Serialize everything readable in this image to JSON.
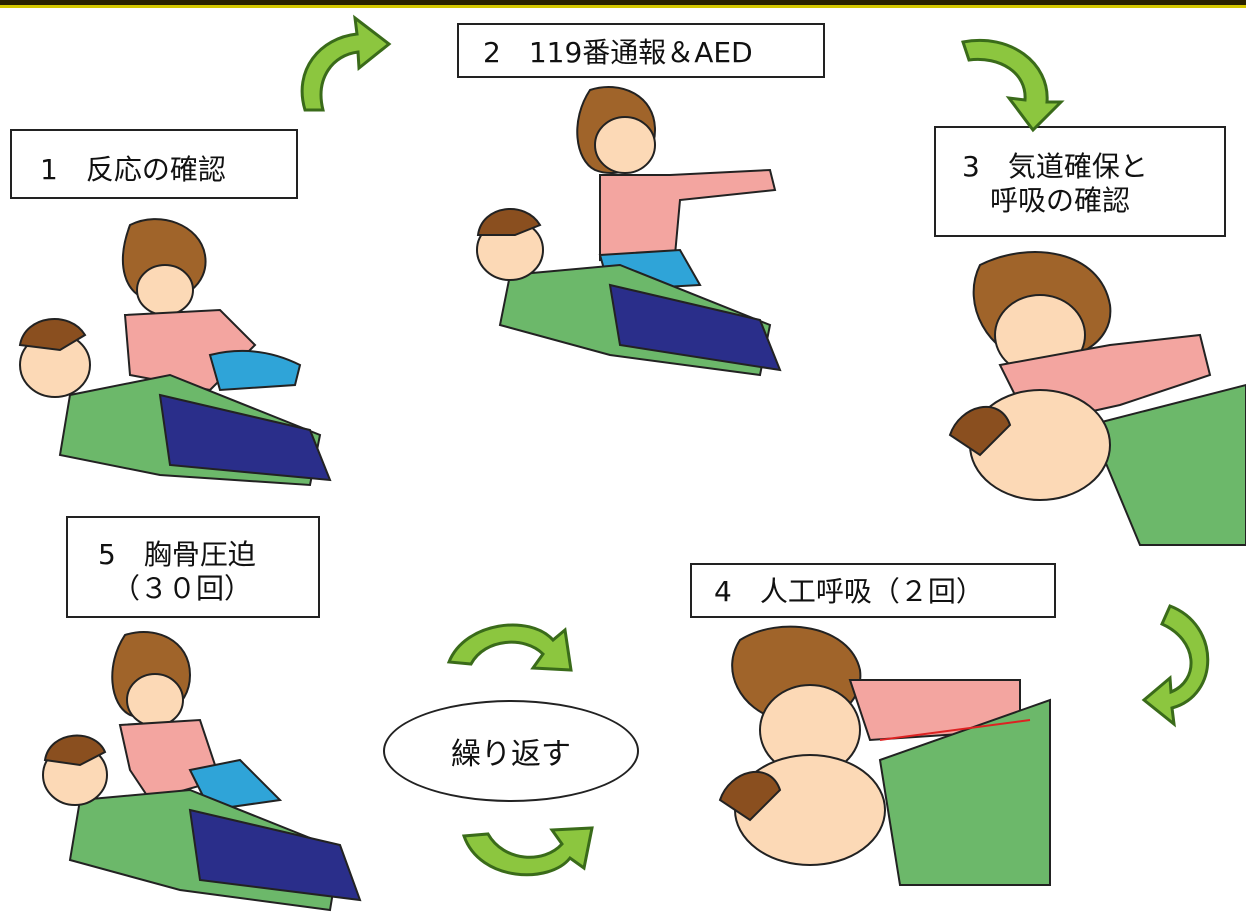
{
  "steps": [
    {
      "label": "1　反応の確認"
    },
    {
      "label": "2　119番通報＆AED"
    },
    {
      "label": "3　気道確保と\n　呼吸の確認"
    },
    {
      "label": "4　人工呼吸（２回）"
    },
    {
      "label": "5　胸骨圧迫\n　（３０回）"
    }
  ],
  "loop_label": "繰り返す",
  "colors": {
    "arrow": "#8cc63f",
    "arrow_stroke": "#3a6b1a",
    "accent_bar": "#d6c800"
  }
}
